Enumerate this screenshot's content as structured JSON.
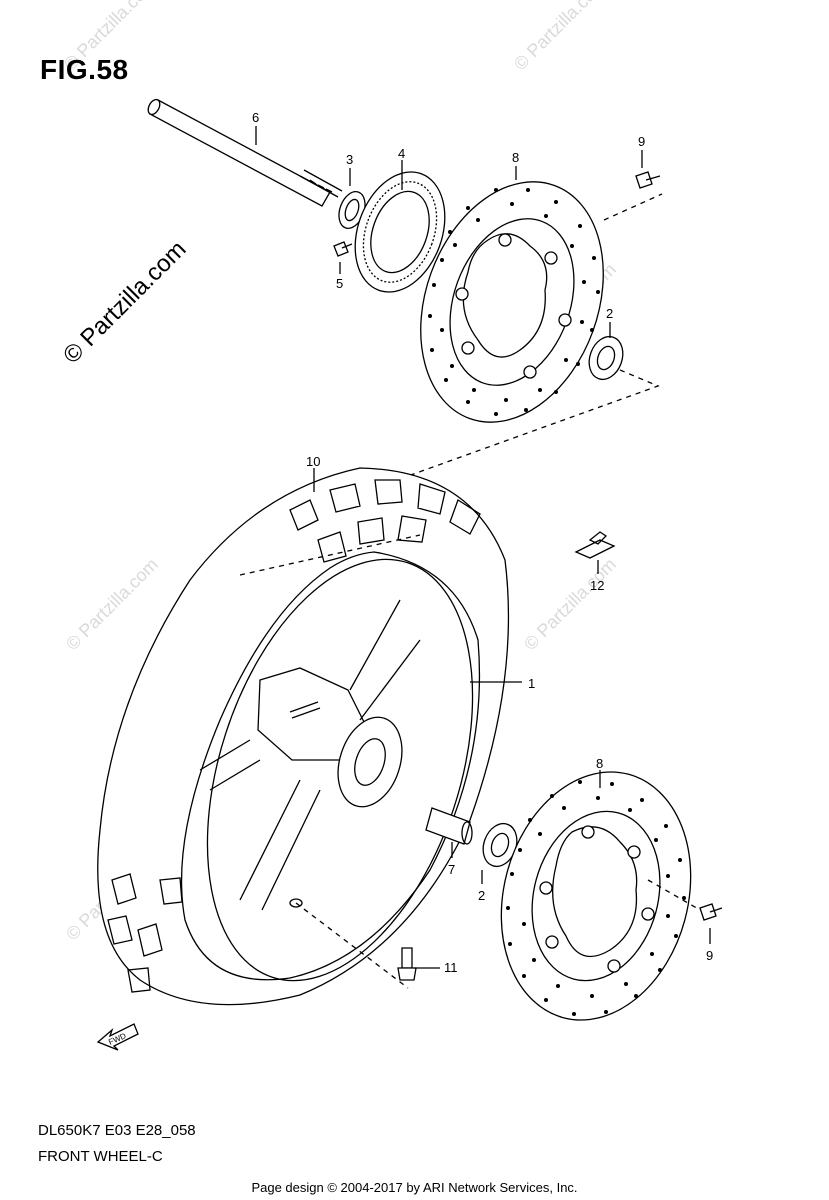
{
  "figure": {
    "title": "FIG.58",
    "model_code": "DL650K7 E03 E28_058",
    "section": "FRONT WHEEL-C",
    "footer": "Page design © 2004-2017 by ARI Network Services, Inc.",
    "watermark": "© Partzilla.com",
    "fwd_label": "FWD"
  },
  "callouts": [
    "1",
    "2",
    "2",
    "3",
    "4",
    "5",
    "6",
    "7",
    "8",
    "8",
    "9",
    "9",
    "10",
    "11",
    "12"
  ]
}
